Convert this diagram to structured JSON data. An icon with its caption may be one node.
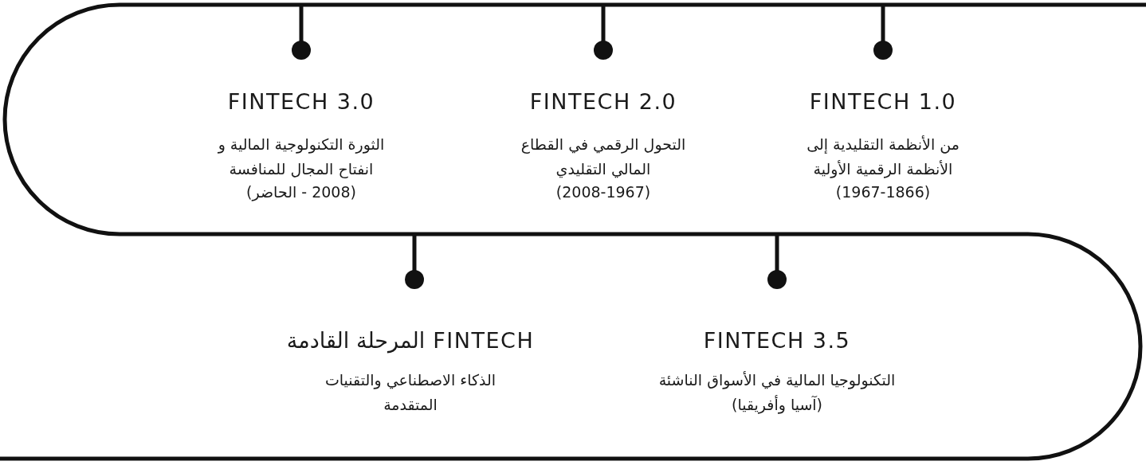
{
  "diagram": {
    "labels": [
      "FINTECH 1.0",
      "من الأنظمة التقليدية إلى الأنظمة الرقمية الأولية",
      "(1967-1866)",
      "FINTECH 2.0",
      "التحول الرقمي في القطاع المالي التقليدي",
      "(2008-1967)",
      "FINTECH 3.0",
      "الثورة التكنولوجية المالية و انفتاح المجال للمنافسة",
      "(2008 - الحاضر)",
      "FINTECH 3.5",
      "التكنولوجيا المالية في الأسواق الناشئة (آسيا وأفريقيا)",
      "FINTECH المرحلة القادمة",
      "الذكاء الاصطناعي والتقنيات المتقدمة"
    ]
  }
}
